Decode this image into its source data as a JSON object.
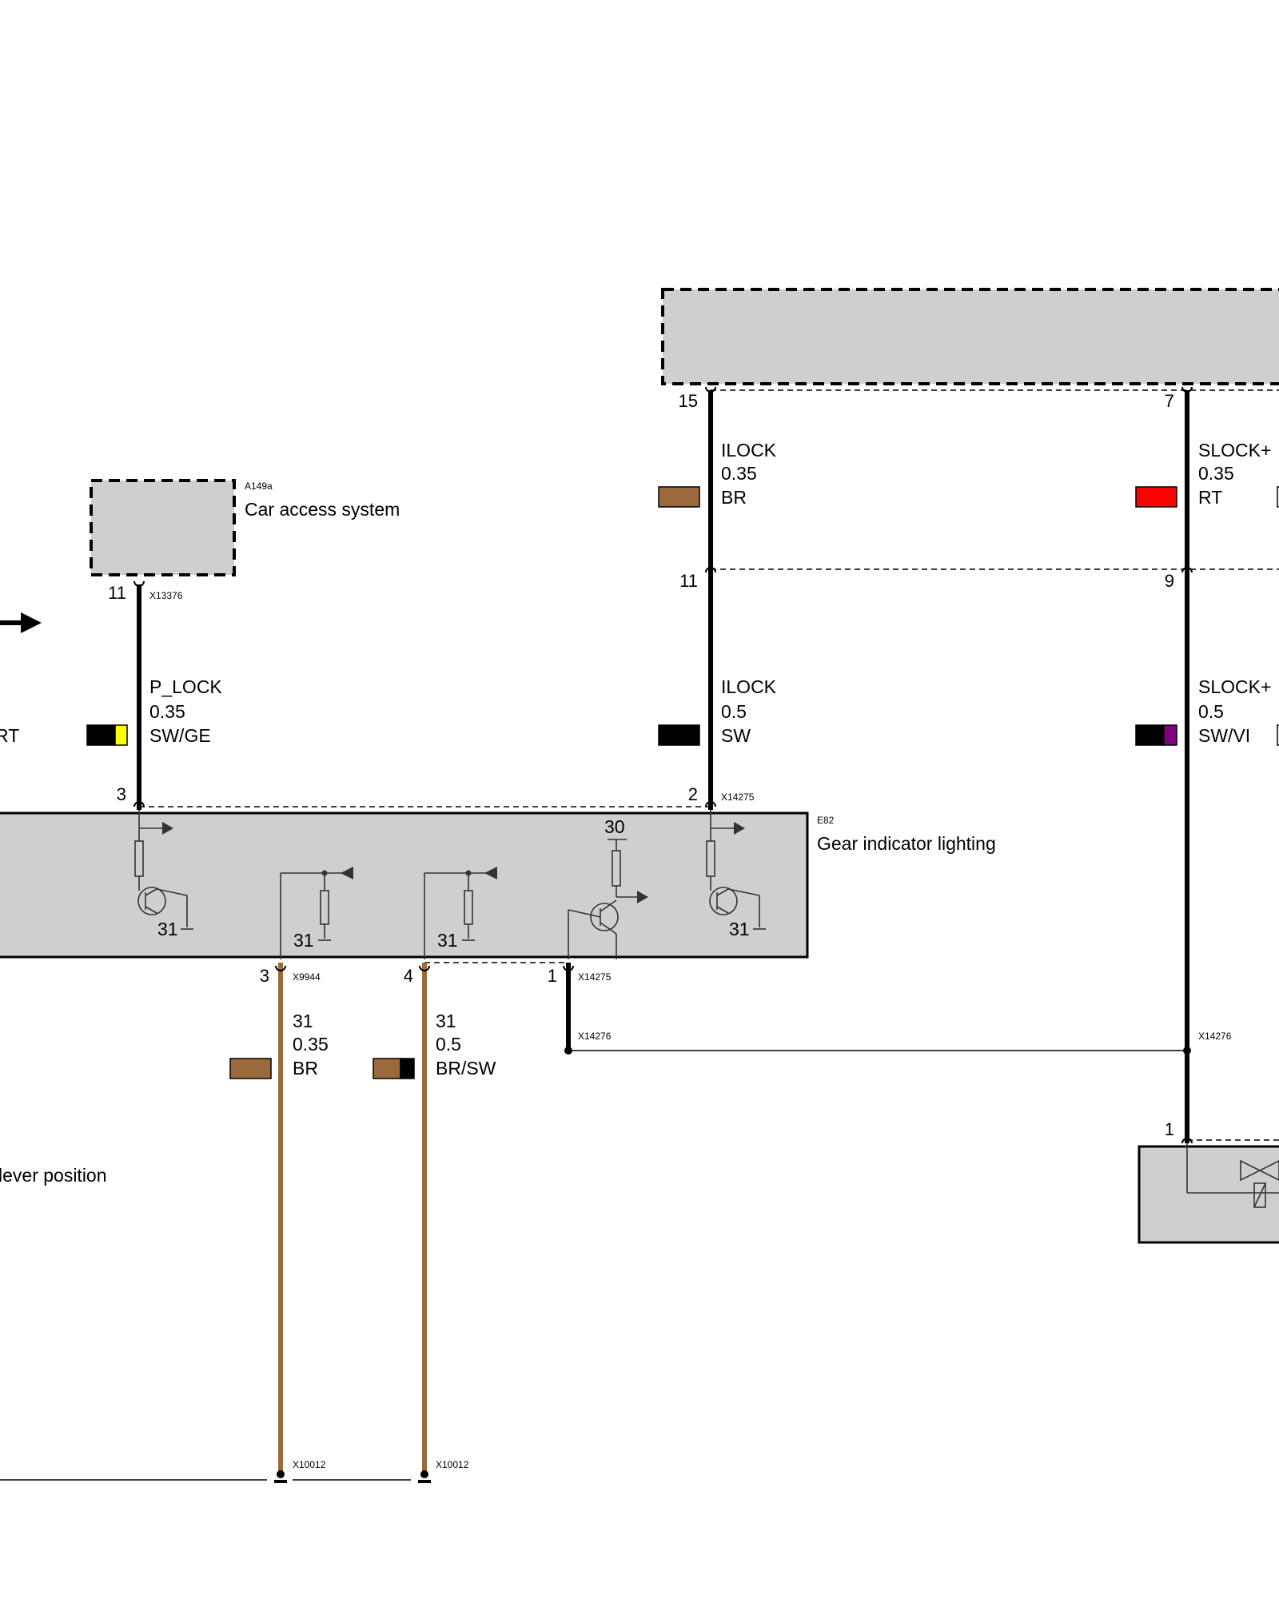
{
  "colors": {
    "BR": "#9a6a3c",
    "SW": "#000000",
    "GE": "#ffff00",
    "RT": "#ff0000",
    "VI": "#800080",
    "component_fill": "#cfcfcf"
  },
  "left_edge": {
    "partial_code": "RT",
    "partial_text": "lever position"
  },
  "components": {
    "car_access": {
      "id": "A149a",
      "name": "Car access system"
    },
    "gear_indicator": {
      "id": "E82",
      "name": "Gear indicator lighting"
    }
  },
  "connectors": {
    "x13376": "X13376",
    "x14275_top": "X14275",
    "x9944": "X9944",
    "x14275_bottom": "X14275",
    "x14276_left": "X14276",
    "x14276_right": "X14276",
    "x10012_a": "X10012",
    "x10012_b": "X10012"
  },
  "pins": {
    "top_15": "15",
    "top_7": "7",
    "mid_11": "11",
    "mid_9": "9",
    "cas_11": "11",
    "e82_3": "3",
    "e82_2": "2",
    "e82_b3": "3",
    "e82_b4": "4",
    "e82_b1": "1",
    "bottom_1": "1"
  },
  "internal": {
    "gnd1": "31",
    "gnd2": "31",
    "gnd3": "31",
    "gnd4": "31",
    "supply": "30"
  },
  "wires": {
    "ilock_top": {
      "signal": "ILOCK",
      "gauge": "0.35",
      "color": "BR"
    },
    "slock_top": {
      "signal": "SLOCK+",
      "gauge": "0.35",
      "color": "RT"
    },
    "p_lock": {
      "signal": "P_LOCK",
      "gauge": "0.35",
      "color": "SW/GE"
    },
    "ilock_bottom": {
      "signal": "ILOCK",
      "gauge": "0.5",
      "color": "SW"
    },
    "slock_bottom": {
      "signal": "SLOCK+",
      "gauge": "0.5",
      "color": "SW/VI"
    },
    "gnd_a": {
      "signal": "31",
      "gauge": "0.35",
      "color": "BR"
    },
    "gnd_b": {
      "signal": "31",
      "gauge": "0.5",
      "color": "BR/SW"
    }
  }
}
